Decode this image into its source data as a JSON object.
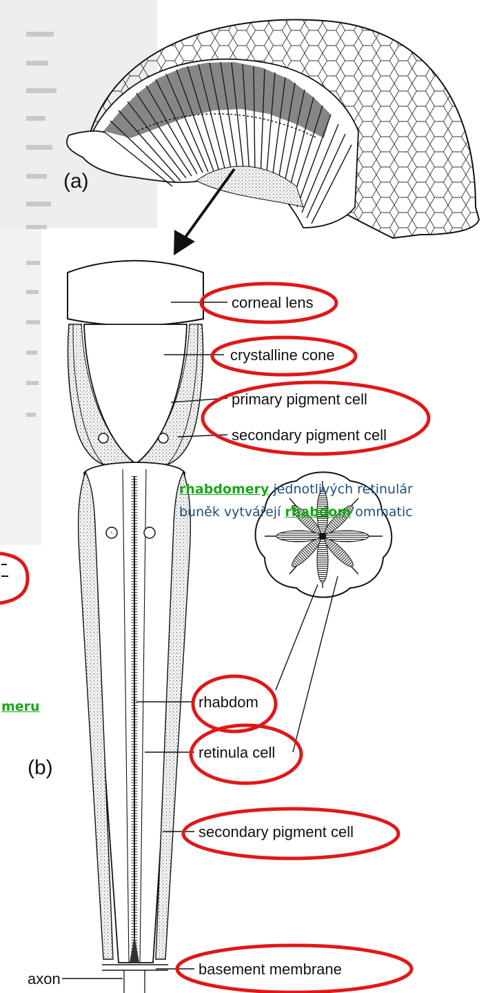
{
  "panel_labels": {
    "a": "(a)",
    "b": "(b)"
  },
  "labels": {
    "corneal_lens": "corneal lens",
    "crystalline_cone": "crystalline cone",
    "primary_pigment_cell": "primary pigment cell",
    "secondary_pigment_cell_upper": "secondary pigment cell",
    "rhabdom": "rhabdom",
    "retinula_cell": "retinula cell",
    "secondary_pigment_cell_lower": "secondary pigment cell",
    "basement_membrane": "basement membrane",
    "axon": "axon"
  },
  "annotation": {
    "line1_keyword": "rhabdomery",
    "line1_rest": " jednotlivých retinulár",
    "line2_start": "buněk vytvářejí ",
    "line2_keyword": "rhabdom",
    "line2_rest": " ommatic"
  },
  "left_fragment": {
    "text": "meru"
  },
  "highlight_color": "#e01818",
  "keyword_color": "#18a818",
  "annotation_color": "#1f4e79"
}
